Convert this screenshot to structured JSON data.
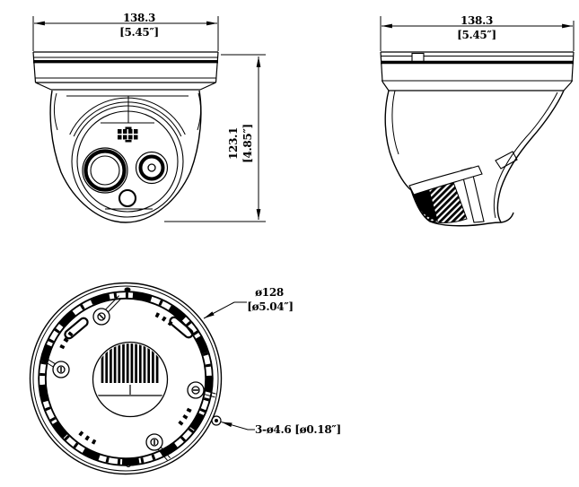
{
  "drawing": {
    "front_view": {
      "width_mm": "138.3",
      "width_in": "[5.45″]",
      "height_mm": "123.1",
      "height_in": "[4.85″]"
    },
    "side_view": {
      "width_mm": "138.3",
      "width_in": "[5.45″]"
    },
    "bottom_view": {
      "diameter_mm": "ø128",
      "diameter_in": "[ø5.04″]",
      "mount_holes": "3-ø4.6 [ø0.18″]"
    },
    "colors": {
      "line": "#000000",
      "background": "#ffffff"
    }
  }
}
